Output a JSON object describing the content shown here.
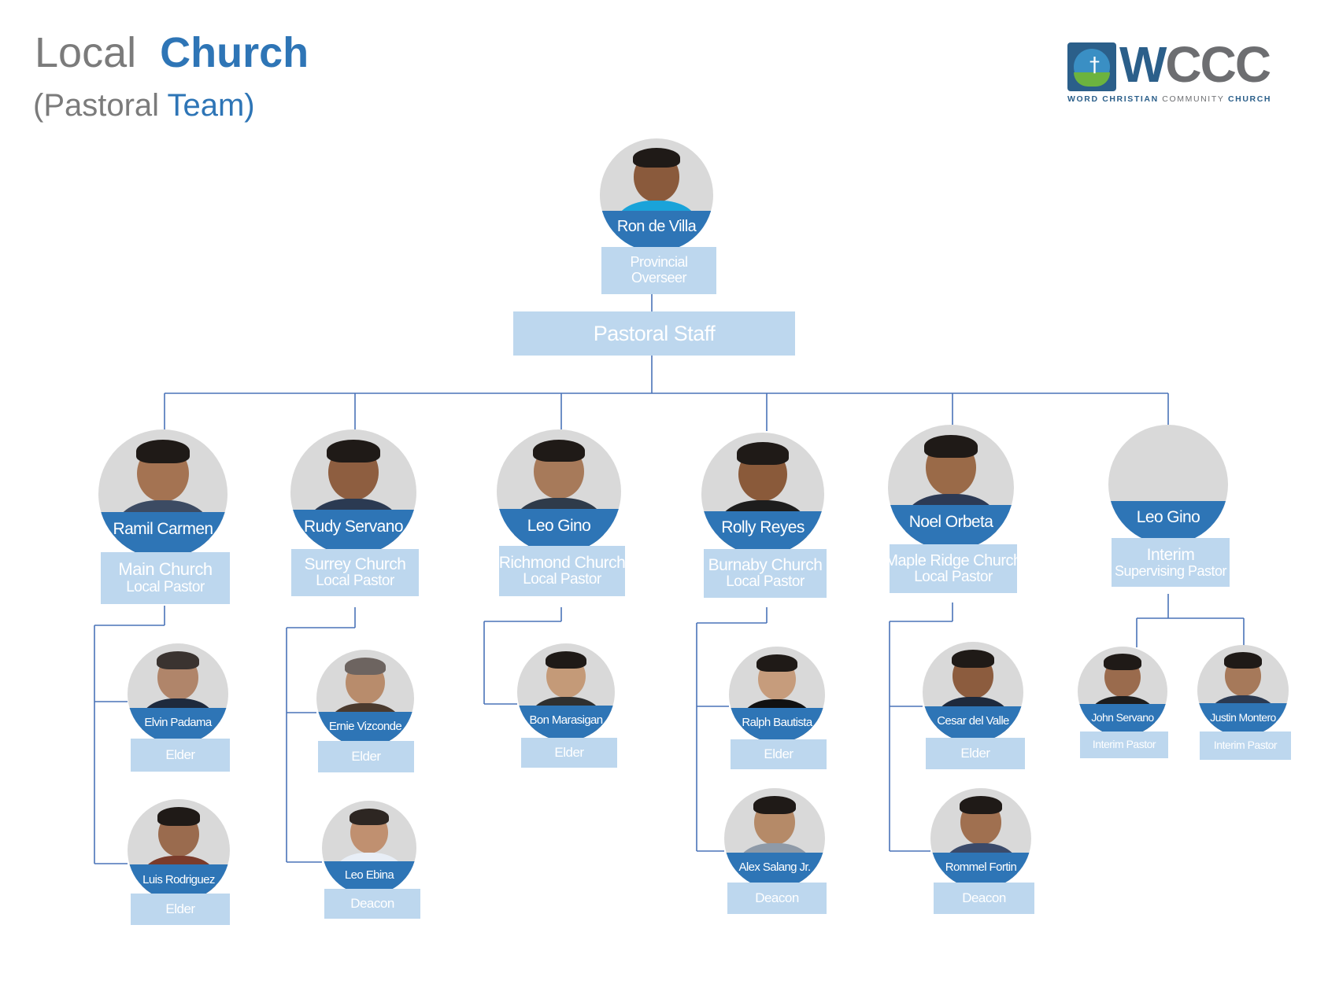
{
  "title": {
    "word1": "Local",
    "word2": "Church"
  },
  "subtitle": {
    "part1": "(Pastoral",
    "part2": "Team)"
  },
  "logo": {
    "letter_w": "W",
    "rest": "CCC",
    "tag_word": "WORD",
    "tag_christian": "CHRISTIAN",
    "tag_community": "COMMUNITY",
    "tag_church": "CHURCH",
    "brand_color": "#2b5f8a"
  },
  "colors": {
    "title_gray": "#7b7b7b",
    "accent_blue": "#2e75b6",
    "label_fill": "#bdd7ee",
    "connector": "#4a73b8"
  },
  "overseer": {
    "name": "Ron de Villa",
    "role_line1": "Provincial",
    "role_line2": "Overseer"
  },
  "staff_label": "Pastoral Staff",
  "churches": [
    {
      "pastor": "Ramil Carmen",
      "church": "Main Church",
      "role": "Local Pastor",
      "members": [
        {
          "name": "Elvin Padama",
          "role": "Elder"
        },
        {
          "name": "Luis Rodriguez",
          "role": "Elder"
        }
      ]
    },
    {
      "pastor": "Rudy Servano",
      "church": "Surrey Church",
      "role": "Local Pastor",
      "members": [
        {
          "name": "Ernie Vizconde",
          "role": "Elder"
        },
        {
          "name": "Leo Ebina",
          "role": "Deacon"
        }
      ]
    },
    {
      "pastor": "Leo Gino",
      "church": "Richmond Church",
      "role": "Local Pastor",
      "members": [
        {
          "name": "Bon Marasigan",
          "role": "Elder"
        }
      ]
    },
    {
      "pastor": "Rolly Reyes",
      "church": "Burnaby Church",
      "role": "Local Pastor",
      "members": [
        {
          "name": "Ralph Bautista",
          "role": "Elder"
        },
        {
          "name": "Alex Salang Jr.",
          "role": "Deacon"
        }
      ]
    },
    {
      "pastor": "Noel Orbeta",
      "church": "Maple Ridge Church",
      "role": "Local Pastor",
      "members": [
        {
          "name": "Cesar del Valle",
          "role": "Elder"
        },
        {
          "name": "Rommel Fortin",
          "role": "Deacon"
        }
      ]
    },
    {
      "pastor": "Leo Gino",
      "church": "Interim",
      "role": "Supervising Pastor",
      "members": [
        {
          "name": "John Servano",
          "role": "Interim Pastor"
        },
        {
          "name": "Justin Montero",
          "role": "Interim Pastor"
        }
      ]
    }
  ]
}
